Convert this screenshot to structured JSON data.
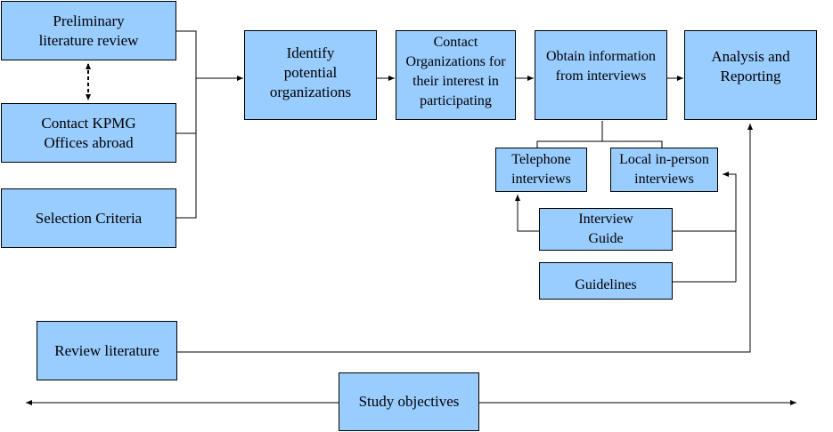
{
  "boxes": {
    "preliminary_literature_review": "Preliminary\nliterature review",
    "contact_kpmg_offices": "Contact KPMG\nOffices abroad",
    "selection_criteria": "Selection Criteria",
    "identify_potential_organizations": "Identify\npotential\norganizations",
    "contact_organizations": "Contact\nOrganizations for\ntheir interest in\nparticipating",
    "obtain_information": "Obtain information\nfrom interviews",
    "analysis_and_reporting": "Analysis and\nReporting",
    "telephone_interviews": "Telephone\ninterviews",
    "local_in_person_interviews": "Local in-person\ninterviews",
    "interview_guide": "Interview\nGuide",
    "guidelines": "Guidelines",
    "review_literature": "Review literature",
    "study_objectives": "Study objectives"
  },
  "colors": {
    "box_fill": "#99ccff",
    "box_border": "#000000",
    "line": "#000000",
    "background": "#ffffff"
  }
}
